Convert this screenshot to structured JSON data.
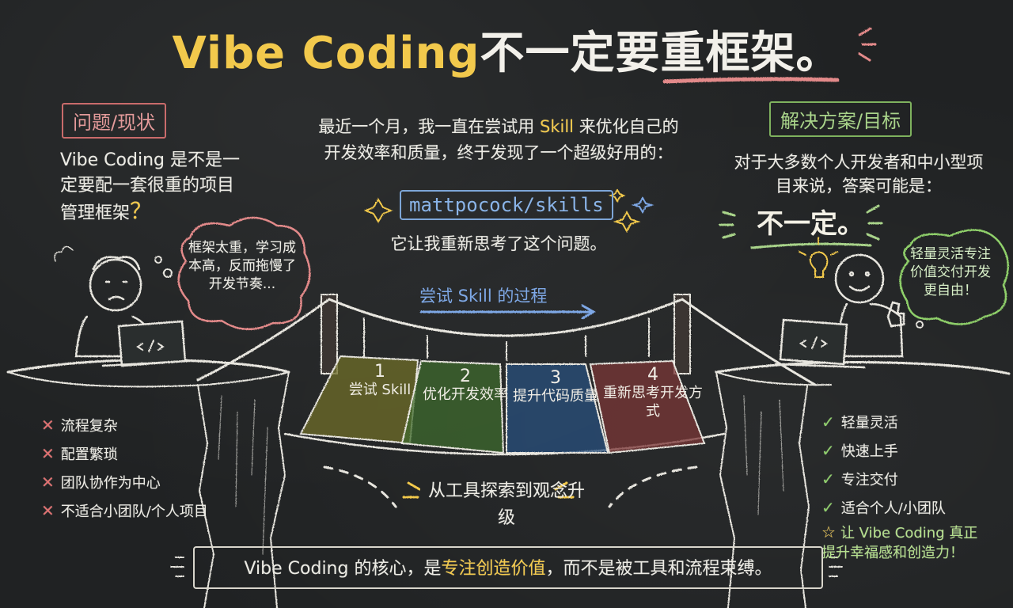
{
  "title": {
    "part1": "Vibe Coding",
    "part2": "不一定要重框架。"
  },
  "problem": {
    "label": "问题/现状",
    "question": "Vibe Coding 是不是一定要配一套很重的项目管理框架",
    "question_mark": "？",
    "bubble": "框架太重，学习成本高，反而拖慢了开发节奏...",
    "cons": [
      "流程复杂",
      "配置繁琐",
      "团队协作为中心",
      "不适合小团队/个人项目"
    ]
  },
  "intro": {
    "line_a": "最近一个月，我一直在尝试用",
    "skill": "Skill",
    "line_b": "来优化自己的开发效率和质量，终于发现了一个超级好用的：",
    "repo": "mattpocock/skills",
    "line_c": "它让我重新思考了这个问题。"
  },
  "solution": {
    "label": "解决方案/目标",
    "text": "对于大多数个人开发者和中小型项目来说，答案可能是：",
    "answer": "不一定。",
    "bubble": "轻量灵活专注价值交付开发更自由！",
    "pros": [
      "轻量灵活",
      "快速上手",
      "专注交付",
      "适合个人/小团队"
    ],
    "highlight": "让 Vibe Coding 真正提升幸福感和创造力！"
  },
  "bridge": {
    "process_label": "尝试 Skill 的过程",
    "planks": [
      {
        "num": "1",
        "text": "尝试 Skill",
        "color": "#8c8a2e"
      },
      {
        "num": "2",
        "text": "优化开发效率",
        "color": "#4f7a33"
      },
      {
        "num": "3",
        "text": "提升代码质量",
        "color": "#2f5a8c"
      },
      {
        "num": "4",
        "text": "重新思考开发方式",
        "color": "#8c3c3c"
      }
    ],
    "center_message": "从工具探索到观念升级"
  },
  "bottom": {
    "prefix": "Vibe Coding 的核心，是",
    "highlight": "专注创造价值",
    "suffix": "，而不是被工具和流程束缚。"
  },
  "colors": {
    "accent_yellow": "#f2c94c",
    "chalk_red": "#e07070",
    "chalk_green": "#8fd06a",
    "chalk_blue": "#7ea8e6"
  }
}
